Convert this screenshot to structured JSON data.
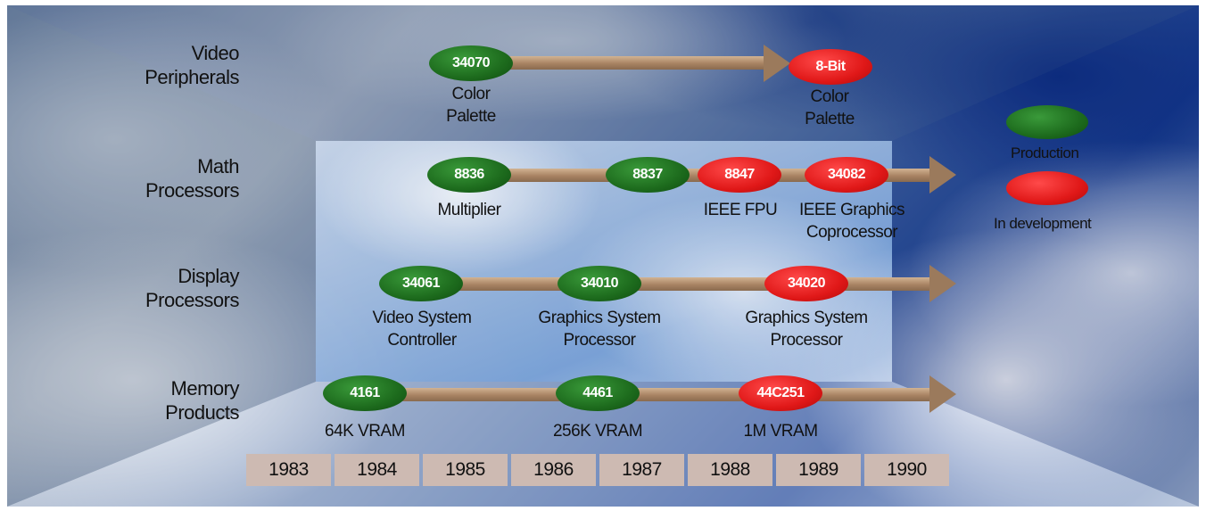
{
  "rows": [
    {
      "id": "video",
      "label": [
        "Video",
        "Peripherals"
      ]
    },
    {
      "id": "math",
      "label": [
        "Math",
        "Processors"
      ]
    },
    {
      "id": "display",
      "label": [
        "Display",
        "Processors"
      ]
    },
    {
      "id": "memory",
      "label": [
        "Memory",
        "Products"
      ]
    }
  ],
  "products": {
    "p34070": {
      "code": "34070",
      "status": "production",
      "label": [
        "Color",
        "Palette"
      ]
    },
    "p8bit": {
      "code": "8-Bit",
      "status": "development",
      "label": [
        "Color",
        "Palette"
      ]
    },
    "p8836": {
      "code": "8836",
      "status": "production",
      "label": [
        "Multiplier"
      ]
    },
    "p8837": {
      "code": "8837",
      "status": "production",
      "label": []
    },
    "p8847": {
      "code": "8847",
      "status": "development",
      "label": [
        "IEEE FPU"
      ]
    },
    "p34082": {
      "code": "34082",
      "status": "development",
      "label": [
        "IEEE Graphics",
        "Coprocessor"
      ]
    },
    "p34061": {
      "code": "34061",
      "status": "production",
      "label": [
        "Video System",
        "Controller"
      ]
    },
    "p34010": {
      "code": "34010",
      "status": "production",
      "label": [
        "Graphics System",
        "Processor"
      ]
    },
    "p34020": {
      "code": "34020",
      "status": "development",
      "label": [
        "Graphics System",
        "Processor"
      ]
    },
    "p4161": {
      "code": "4161",
      "status": "production",
      "label": [
        "64K VRAM"
      ]
    },
    "p4461": {
      "code": "4461",
      "status": "production",
      "label": [
        "256K VRAM"
      ]
    },
    "p44C251": {
      "code": "44C251",
      "status": "development",
      "label": [
        "1M VRAM"
      ]
    }
  },
  "legend": {
    "production": "Production",
    "development": "In development"
  },
  "years": [
    "1983",
    "1984",
    "1985",
    "1986",
    "1987",
    "1988",
    "1989",
    "1990"
  ],
  "colors": {
    "production": "#1d6b1d",
    "development": "#e01818",
    "arrow": "#a88363",
    "year_box": "#cdbab2"
  }
}
